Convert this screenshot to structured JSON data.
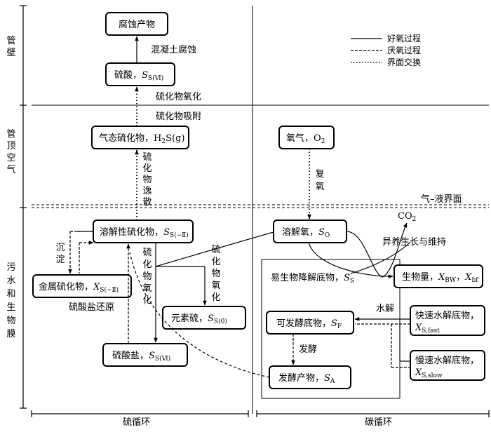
{
  "zones": {
    "wall": "管壁",
    "air": "管顶空气",
    "biofilm": "污水和生物膜"
  },
  "cycles": {
    "sulfur": "硫循环",
    "carbon": "碳循环"
  },
  "legend": {
    "aerobic": "好氧过程",
    "anaerobic": "厌氧过程",
    "interface": "界面交换"
  },
  "interface_label": "气–液界面",
  "nodes": {
    "corrosion_product": "腐蚀产物",
    "sulfuric_acid": "硫酸，",
    "sulfuric_acid_sym": "S",
    "sulfuric_acid_sub": "S(Ⅵ)",
    "gaseous_sulfide": "气态硫化物，",
    "gaseous_sulfide_sym": "H",
    "gaseous_sulfide_sub": "2",
    "gaseous_sulfide_tail": "S(g)",
    "dissolved_sulfide": "溶解性硫化物，",
    "dissolved_sulfide_sym": "S",
    "dissolved_sulfide_sub": "S(−Ⅱ)",
    "metal_sulfide": "金属硫化物，",
    "metal_sulfide_sym": "X",
    "metal_sulfide_sub": "S(−Ⅱ)",
    "elemental_sulfur": "元素硫，",
    "elemental_sulfur_sym": "S",
    "elemental_sulfur_sub": "S(0)",
    "sulfate": "硫酸盐，",
    "sulfate_sym": "S",
    "sulfate_sub": "S(Ⅵ)",
    "oxygen": "氧气，",
    "oxygen_sym": "O",
    "oxygen_sub": "2",
    "dissolved_oxygen": "溶解氧，",
    "dissolved_oxygen_sym": "S",
    "dissolved_oxygen_sub": "O",
    "biomass": "生物量，",
    "biomass_sym1": "X",
    "biomass_sub1": "BW",
    "biomass_sep": "，",
    "biomass_sym2": "X",
    "biomass_sub2": "bf",
    "readily_biodegradable": "易生物降解底物，",
    "readily_biodegradable_sym": "S",
    "readily_biodegradable_sub": "S",
    "fermentable": "可发酵底物，",
    "fermentable_sym": "S",
    "fermentable_sub": "F",
    "fermentation_product": "发酵产物，",
    "fermentation_product_sym": "S",
    "fermentation_product_sub": "A",
    "fast_hydrolysable": "快速水解底物，",
    "fast_hydrolysable_sym": "X",
    "fast_hydrolysable_sub": "S,fast",
    "slow_hydrolysable": "慢速水解底物，",
    "slow_hydrolysable_sym": "X",
    "slow_hydrolysable_sub": "S,slow",
    "co2": "CO",
    "co2_sub": "2"
  },
  "processes": {
    "concrete_corrosion": "混凝土腐蚀",
    "sulfide_oxidation_top": "硫化物氧化",
    "sulfide_adsorption": "硫化物吸附",
    "sulfide_escape": [
      "硫",
      "化",
      "物",
      "逸",
      "散"
    ],
    "reaeration": [
      "复",
      "氧"
    ],
    "precipitation": [
      "沉",
      "淀"
    ],
    "sulfide_oxidation_mid": [
      "硫",
      "化",
      "物",
      "氧",
      "化"
    ],
    "sulfide_oxidation_right": [
      "硫",
      "化",
      "物",
      "氧",
      "化"
    ],
    "sulfate_reduction": "硫酸盐还原",
    "heterotrophic_growth": "异养生长与维持",
    "hydrolysis": "水解",
    "fermentation": "发酵"
  }
}
